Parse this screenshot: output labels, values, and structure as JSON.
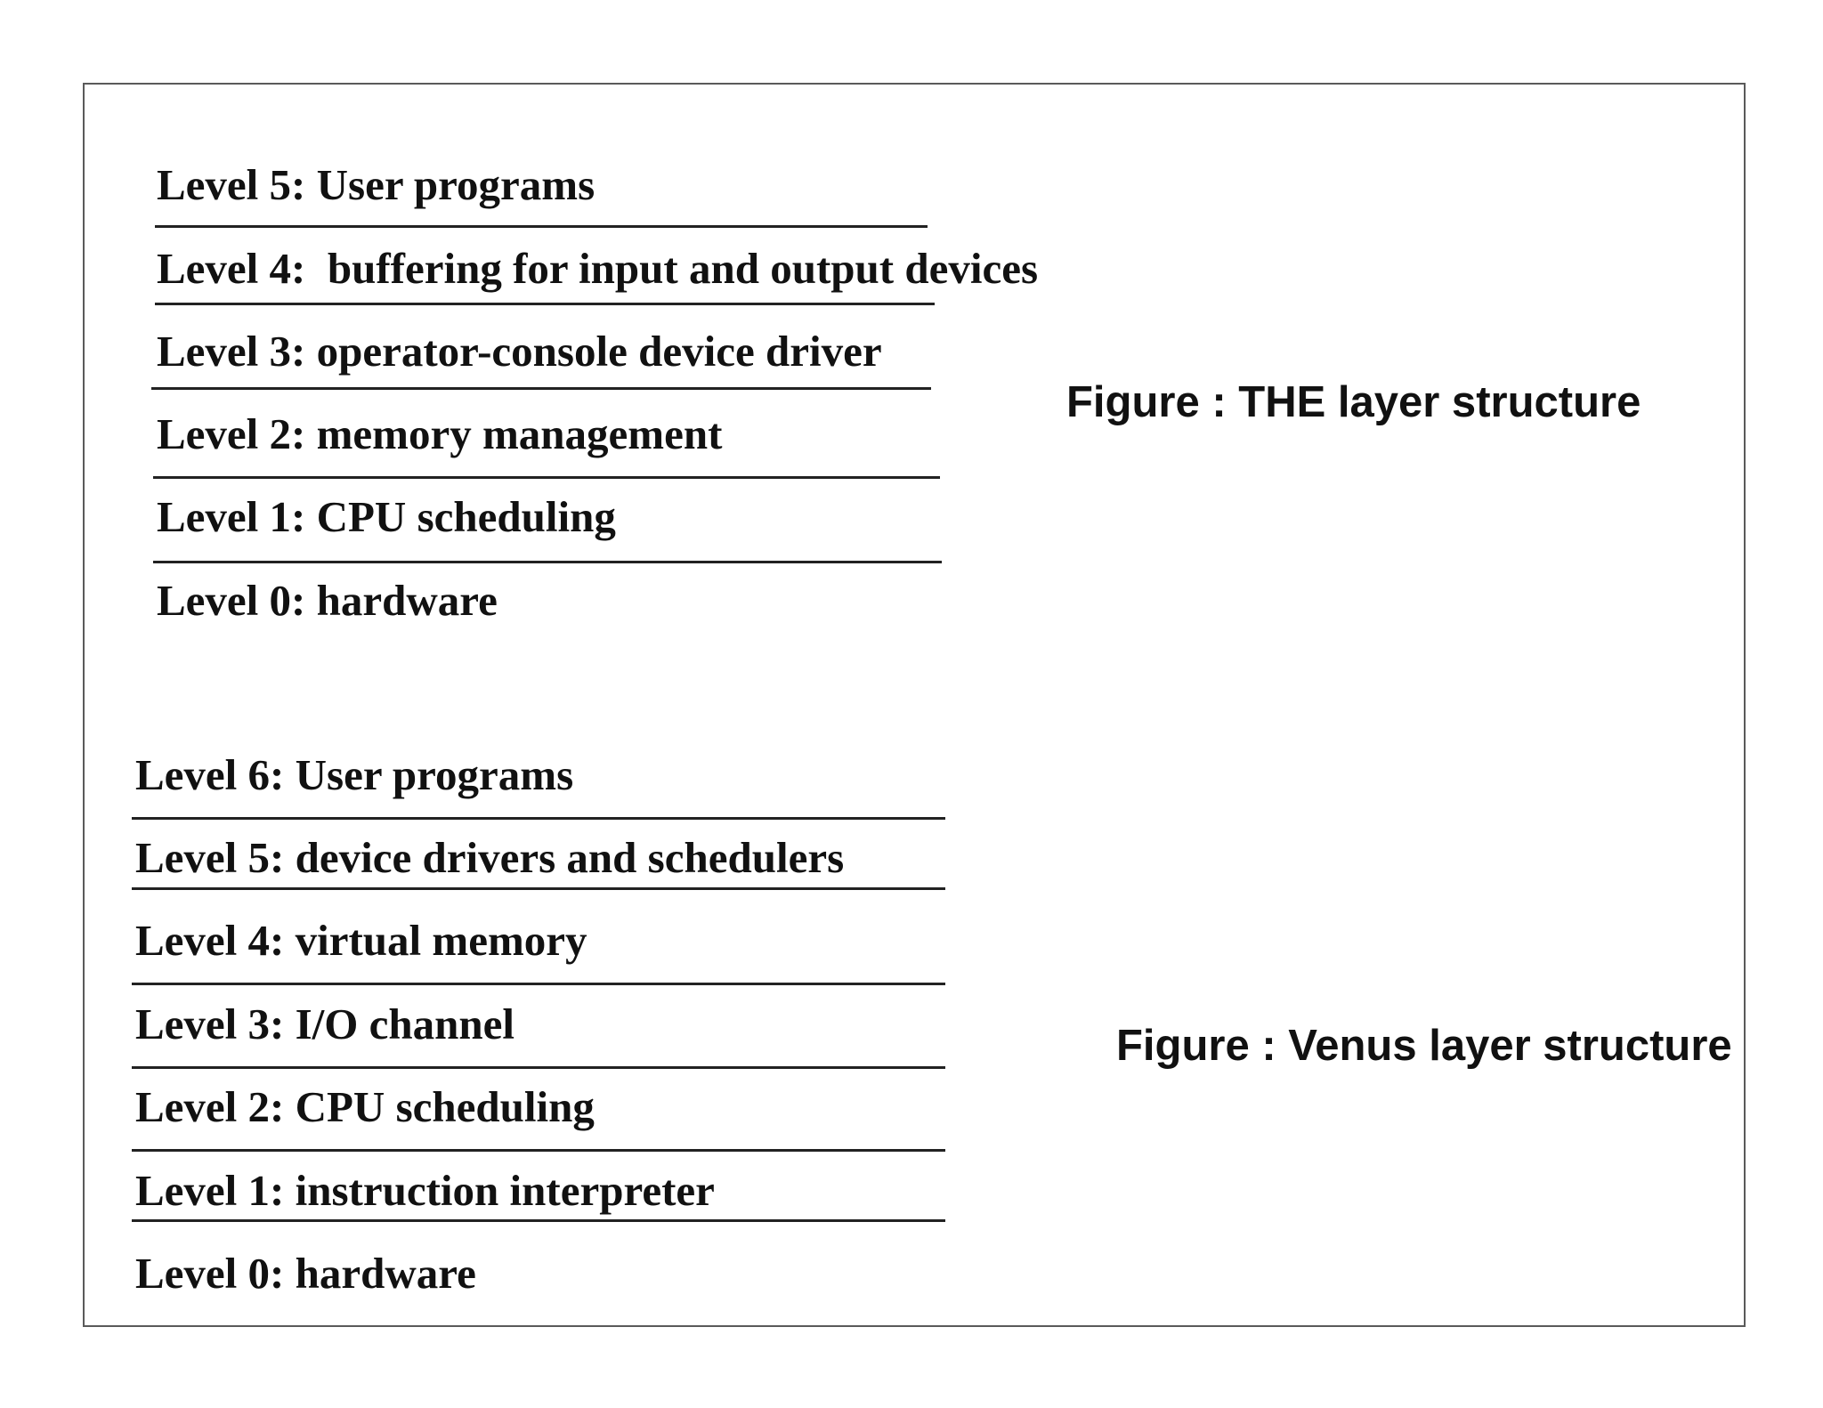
{
  "the_structure": {
    "levels": [
      "Level 5: User programs",
      "Level 4:  buffering for input and output devices",
      "Level 3: operator-console device driver",
      "Level 2: memory management",
      "Level 1: CPU scheduling",
      "Level 0: hardware"
    ],
    "caption": "Figure : THE layer structure"
  },
  "venus_structure": {
    "levels": [
      "Level 6: User programs",
      "Level 5: device drivers and schedulers",
      "Level 4: virtual memory",
      "Level 3: I/O channel",
      "Level 2: CPU scheduling",
      "Level 1: instruction interpreter",
      "Level 0: hardware"
    ],
    "caption": "Figure : Venus layer structure"
  }
}
